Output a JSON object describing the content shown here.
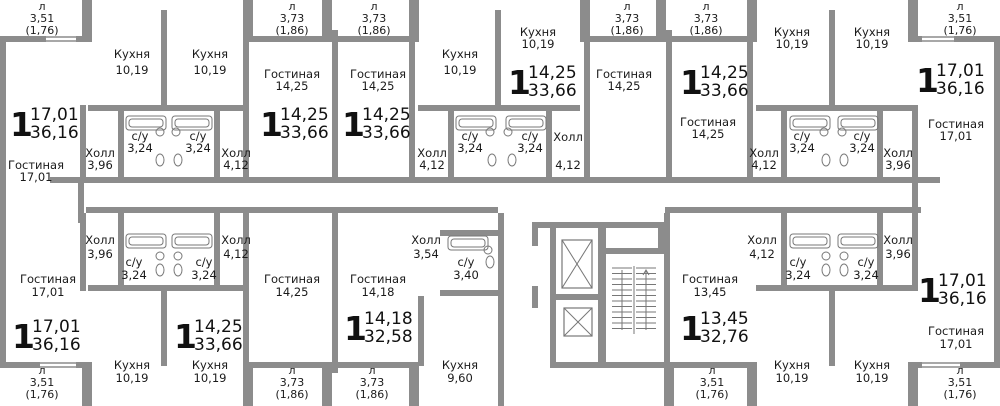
{
  "colors": {
    "wall": "#8c8c8c",
    "fixture": "#777777",
    "text": "#1a1a1a"
  },
  "apartments": [
    {
      "id": "top-1",
      "rooms": "1",
      "living": "17,01",
      "total": "36,16"
    },
    {
      "id": "top-2",
      "rooms": "1",
      "living": "14,25",
      "total": "33,66"
    },
    {
      "id": "top-3",
      "rooms": "1",
      "living": "14,25",
      "total": "33,66"
    },
    {
      "id": "top-4",
      "rooms": "1",
      "living": "14,25",
      "total": "33,66"
    },
    {
      "id": "top-5",
      "rooms": "1",
      "living": "14,25",
      "total": "33,66"
    },
    {
      "id": "top-6",
      "rooms": "1",
      "living": "17,01",
      "total": "36,16"
    },
    {
      "id": "bot-1",
      "rooms": "1",
      "living": "17,01",
      "total": "36,16"
    },
    {
      "id": "bot-2",
      "rooms": "1",
      "living": "14,25",
      "total": "33,66"
    },
    {
      "id": "bot-3",
      "rooms": "1",
      "living": "14,18",
      "total": "32,58"
    },
    {
      "id": "bot-4",
      "rooms": "1",
      "living": "13,45",
      "total": "32,76"
    },
    {
      "id": "bot-5",
      "rooms": "1",
      "living": "17,01",
      "total": "36,16"
    }
  ],
  "rooms": [
    {
      "label": "Кухня",
      "value": "10,19"
    },
    {
      "label": "Кухня",
      "value": "10,19"
    },
    {
      "label": "Кухня",
      "value": "10,19"
    },
    {
      "label": "Кухня",
      "value": "10,19"
    },
    {
      "label": "Кухня",
      "value": "10,19"
    },
    {
      "label": "Кухня",
      "value": "10,19"
    },
    {
      "label": "Гостиная",
      "value": "17,01"
    },
    {
      "label": "Гостиная",
      "value": "14,25"
    },
    {
      "label": "Гостиная",
      "value": "14,25"
    },
    {
      "label": "Гостиная",
      "value": "14,25"
    },
    {
      "label": "Гостиная",
      "value": "14,25"
    },
    {
      "label": "Гостиная",
      "value": "17,01"
    },
    {
      "label": "Холл",
      "value": "3,96"
    },
    {
      "label": "Холл",
      "value": "4,12"
    },
    {
      "label": "Холл",
      "value": "4,12"
    },
    {
      "label": "Холл",
      "value": "4,12"
    },
    {
      "label": "Холл",
      "value": "4,12"
    },
    {
      "label": "Холл",
      "value": "3,96"
    },
    {
      "label": "с/у",
      "value": "3,24"
    },
    {
      "label": "с/у",
      "value": "3,24"
    },
    {
      "label": "с/у",
      "value": "3,24"
    },
    {
      "label": "с/у",
      "value": "3,24"
    },
    {
      "label": "с/у",
      "value": "3,24"
    },
    {
      "label": "с/у",
      "value": "3,24"
    },
    {
      "label": "Холл",
      "value": "3,96"
    },
    {
      "label": "Холл",
      "value": "4,12"
    },
    {
      "label": "Холл",
      "value": "3,54"
    },
    {
      "label": "Холл",
      "value": "4,12"
    },
    {
      "label": "Холл",
      "value": "3,96"
    },
    {
      "label": "с/у",
      "value": "3,24"
    },
    {
      "label": "с/у",
      "value": "3,24"
    },
    {
      "label": "с/у",
      "value": "3,40"
    },
    {
      "label": "с/у",
      "value": "3,24"
    },
    {
      "label": "с/у",
      "value": "3,24"
    },
    {
      "label": "Гостиная",
      "value": "17,01"
    },
    {
      "label": "Гостиная",
      "value": "14,25"
    },
    {
      "label": "Гостиная",
      "value": "14,18"
    },
    {
      "label": "Гостиная",
      "value": "13,45"
    },
    {
      "label": "Гостиная",
      "value": "17,01"
    },
    {
      "label": "Кухня",
      "value": "10,19"
    },
    {
      "label": "Кухня",
      "value": "10,19"
    },
    {
      "label": "Кухня",
      "value": "9,60"
    },
    {
      "label": "Кухня",
      "value": "10,19"
    },
    {
      "label": "Кухня",
      "value": "10,19"
    }
  ],
  "balconies": [
    {
      "label": "л",
      "area": "3,51",
      "reduced": "(1,76)"
    },
    {
      "label": "л",
      "area": "3,73",
      "reduced": "(1,86)"
    },
    {
      "label": "л",
      "area": "3,73",
      "reduced": "(1,86)"
    },
    {
      "label": "л",
      "area": "3,73",
      "reduced": "(1,86)"
    },
    {
      "label": "л",
      "area": "3,73",
      "reduced": "(1,86)"
    },
    {
      "label": "л",
      "area": "3,51",
      "reduced": "(1,76)"
    },
    {
      "label": "л",
      "area": "3,51",
      "reduced": "(1,76)"
    },
    {
      "label": "л",
      "area": "3,73",
      "reduced": "(1,86)"
    },
    {
      "label": "л",
      "area": "3,73",
      "reduced": "(1,86)"
    },
    {
      "label": "л",
      "area": "3,51",
      "reduced": "(1,76)"
    },
    {
      "label": "л",
      "area": "3,51",
      "reduced": "(1,76)"
    }
  ]
}
